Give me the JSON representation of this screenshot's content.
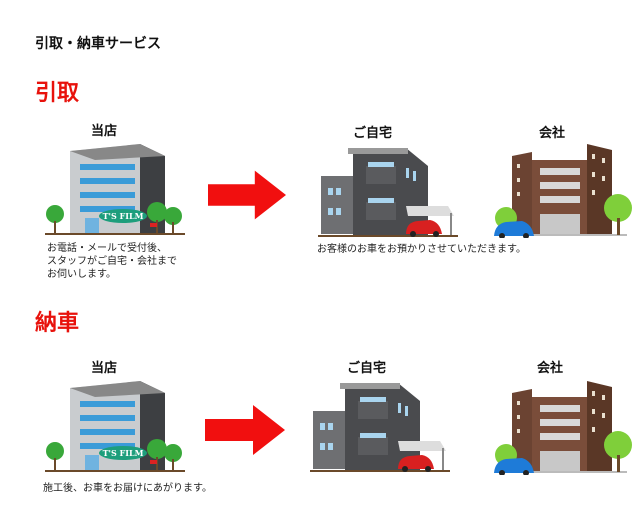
{
  "page_title": "引取・納車サービス",
  "colors": {
    "accent": "#e8120c"
  },
  "pickup": {
    "heading": "引取",
    "store_label": "当店",
    "store_sign": "T'S FILM",
    "home_label": "ご自宅",
    "office_label": "会社",
    "store_caption": [
      "お電話・メールで受付後、",
      "スタッフがご自宅・会社まで",
      "お伺いします。"
    ],
    "dest_caption": "お客様のお車をお預かりさせていただきます。"
  },
  "delivery": {
    "heading": "納車",
    "store_label": "当店",
    "store_sign": "T'S FILM",
    "home_label": "ご自宅",
    "office_label": "会社",
    "store_caption": "施工後、お車をお届けにあがります。"
  }
}
